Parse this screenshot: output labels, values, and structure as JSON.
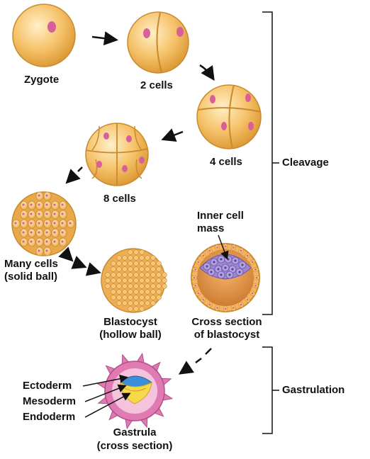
{
  "labels": {
    "zygote": "Zygote",
    "two_cells": "2 cells",
    "four_cells": "4 cells",
    "eight_cells": "8 cells",
    "many_cells_line1": "Many cells",
    "many_cells_line2": "(solid ball)",
    "blastocyst_line1": "Blastocyst",
    "blastocyst_line2": "(hollow ball)",
    "cross_section_line1": "Cross section",
    "cross_section_line2": "of blastocyst",
    "inner_cell_mass_line1": "Inner cell",
    "inner_cell_mass_line2": "mass",
    "ectoderm": "Ectoderm",
    "mesoderm": "Mesoderm",
    "endoderm": "Endoderm",
    "gastrula_line1": "Gastrula",
    "gastrula_line2": "(cross section)"
  },
  "stages": {
    "cleavage": "Cleavage",
    "gastrulation": "Gastrulation"
  },
  "colors": {
    "cell_fill": "#f6c26a",
    "cell_light": "#fde2a8",
    "cell_outline": "#c98a2e",
    "nucleus": "#d8609a",
    "inner_cell_mass": "#9b86cf",
    "gastrula_pink": "#e07ab3",
    "ectoderm_blue": "#3b8fd6",
    "endoderm_yellow": "#f7d84a",
    "arrow": "#111111"
  }
}
